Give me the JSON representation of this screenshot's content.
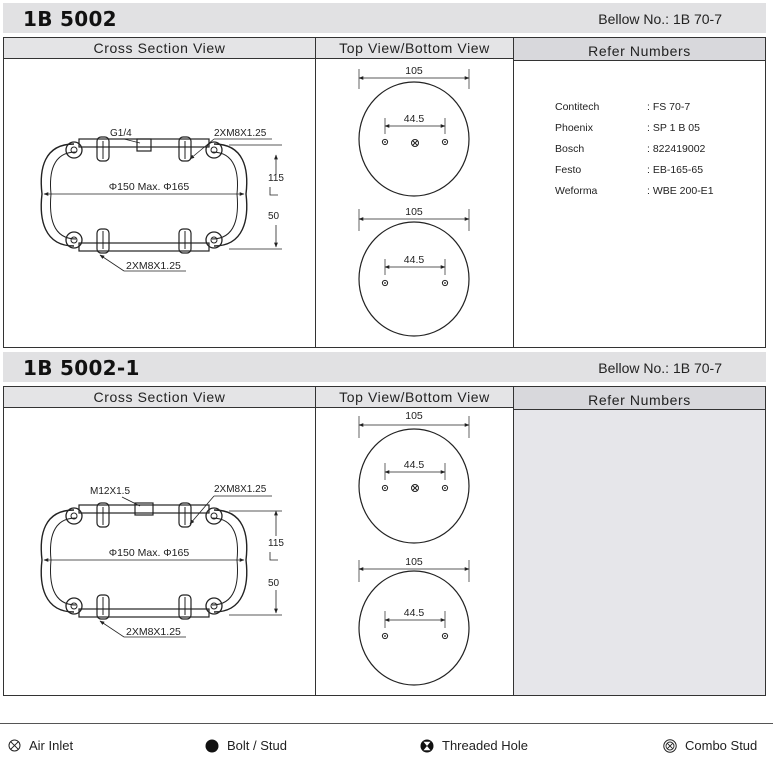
{
  "sections": [
    {
      "model": "1B 5002",
      "bellow": "Bellow  No.: 1B 70-7",
      "col_cross": "Cross  Section  View",
      "col_top": "Top View/Bottom  View",
      "col_ref": "Refer  Numbers",
      "cross": {
        "port_label": "G1/4",
        "top_studs": "2XM8X1.25",
        "bottom_studs": "2XM8X1.25",
        "diameter": "Φ150  Max.  Φ165",
        "height_max": "115",
        "height_min": "50"
      },
      "top_view": {
        "width": "105",
        "bolt_spacing": "44.5"
      },
      "bottom_view": {
        "width": "105",
        "bolt_spacing": "44.5"
      },
      "refs": [
        {
          "name": "Contitech",
          "value": ":  FS 70-7"
        },
        {
          "name": "Phoenix",
          "value": ":  SP 1 B 05"
        },
        {
          "name": "Bosch",
          "value": ":  822419002"
        },
        {
          "name": "Festo",
          "value": ":  EB-165-65"
        },
        {
          "name": "Weforma",
          "value": ":  WBE 200-E1"
        }
      ]
    },
    {
      "model": "1B 5002-1",
      "bellow": "Bellow  No.: 1B 70-7",
      "col_cross": "Cross  Section  View",
      "col_top": "Top View/Bottom  View",
      "col_ref": "Refer  Numbers",
      "cross": {
        "port_label": "M12X1.5",
        "top_studs": "2XM8X1.25",
        "bottom_studs": "2XM8X1.25",
        "diameter": "Φ150  Max.  Φ165",
        "height_max": "115",
        "height_min": "50"
      },
      "top_view": {
        "width": "105",
        "bolt_spacing": "44.5"
      },
      "bottom_view": {
        "width": "105",
        "bolt_spacing": "44.5"
      },
      "refs": []
    }
  ],
  "legend": {
    "air_inlet": "Air Inlet",
    "bolt_stud": "Bolt / Stud",
    "threaded_hole": "Threaded Hole",
    "combo_stud": "Combo Stud"
  }
}
